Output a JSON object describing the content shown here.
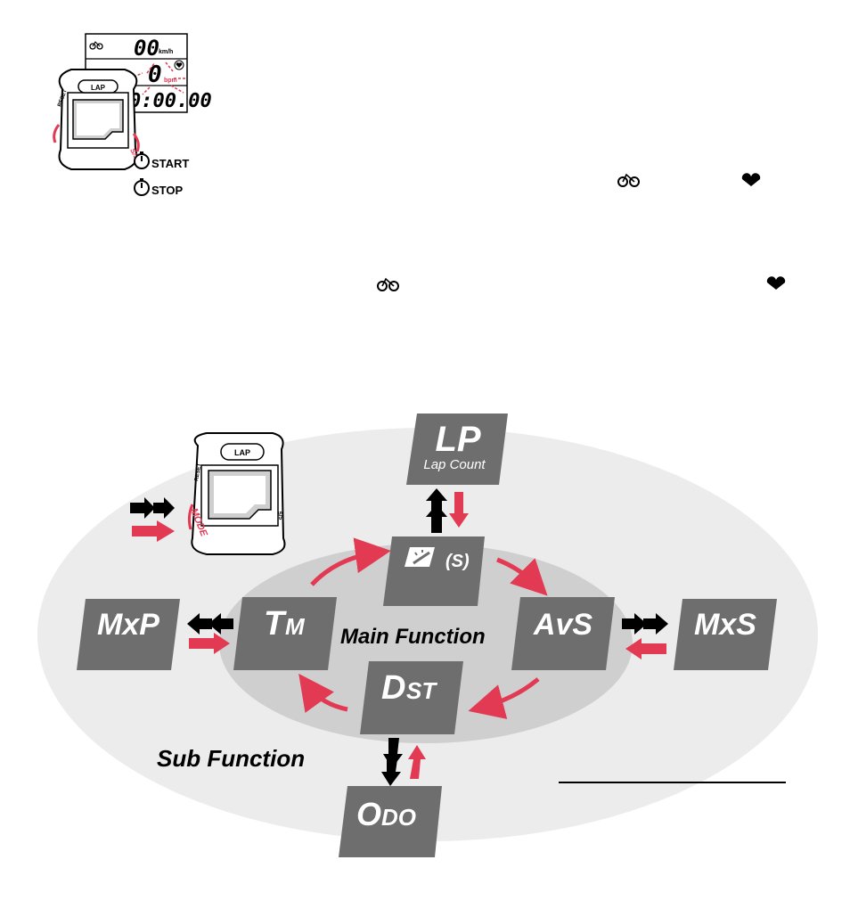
{
  "colors": {
    "accent_red": "#e23a53",
    "tile_gray": "#6e6e6e",
    "outer_ellipse": "#ececec",
    "inner_ellipse": "#cfcfcf"
  },
  "top_panel": {
    "speed_value": "00",
    "speed_unit": "km/h",
    "heart_value": "0",
    "heart_unit": "bpm",
    "time_value": "0:00.00",
    "watch_button": "LAP",
    "side_label_left": "RESET",
    "side_label_right": "S/S",
    "start_label": "START",
    "stop_label": "STOP"
  },
  "diagram": {
    "watch_button": "LAP",
    "mode_label": "MODE",
    "side_label_left": "RESET",
    "side_label_right": "S/S",
    "main_function_label": "Main Function",
    "sub_function_label": "Sub Function",
    "tiles": {
      "lp": {
        "main": "LP",
        "sub": "Lap Count"
      },
      "speed": {
        "main": "(S)"
      },
      "tm": {
        "main_big": "T",
        "main_small": "M"
      },
      "avs": {
        "main": "AvS"
      },
      "dst": {
        "main_big": "D",
        "main_small": "ST"
      },
      "mxp": {
        "main": "MxP"
      },
      "mxs": {
        "main": "MxS"
      },
      "odo": {
        "main_big": "O",
        "main_small": "DO"
      }
    }
  },
  "icons": [
    "bicycle-icon",
    "heart-icon",
    "stopwatch-icon",
    "speedometer-icon"
  ]
}
